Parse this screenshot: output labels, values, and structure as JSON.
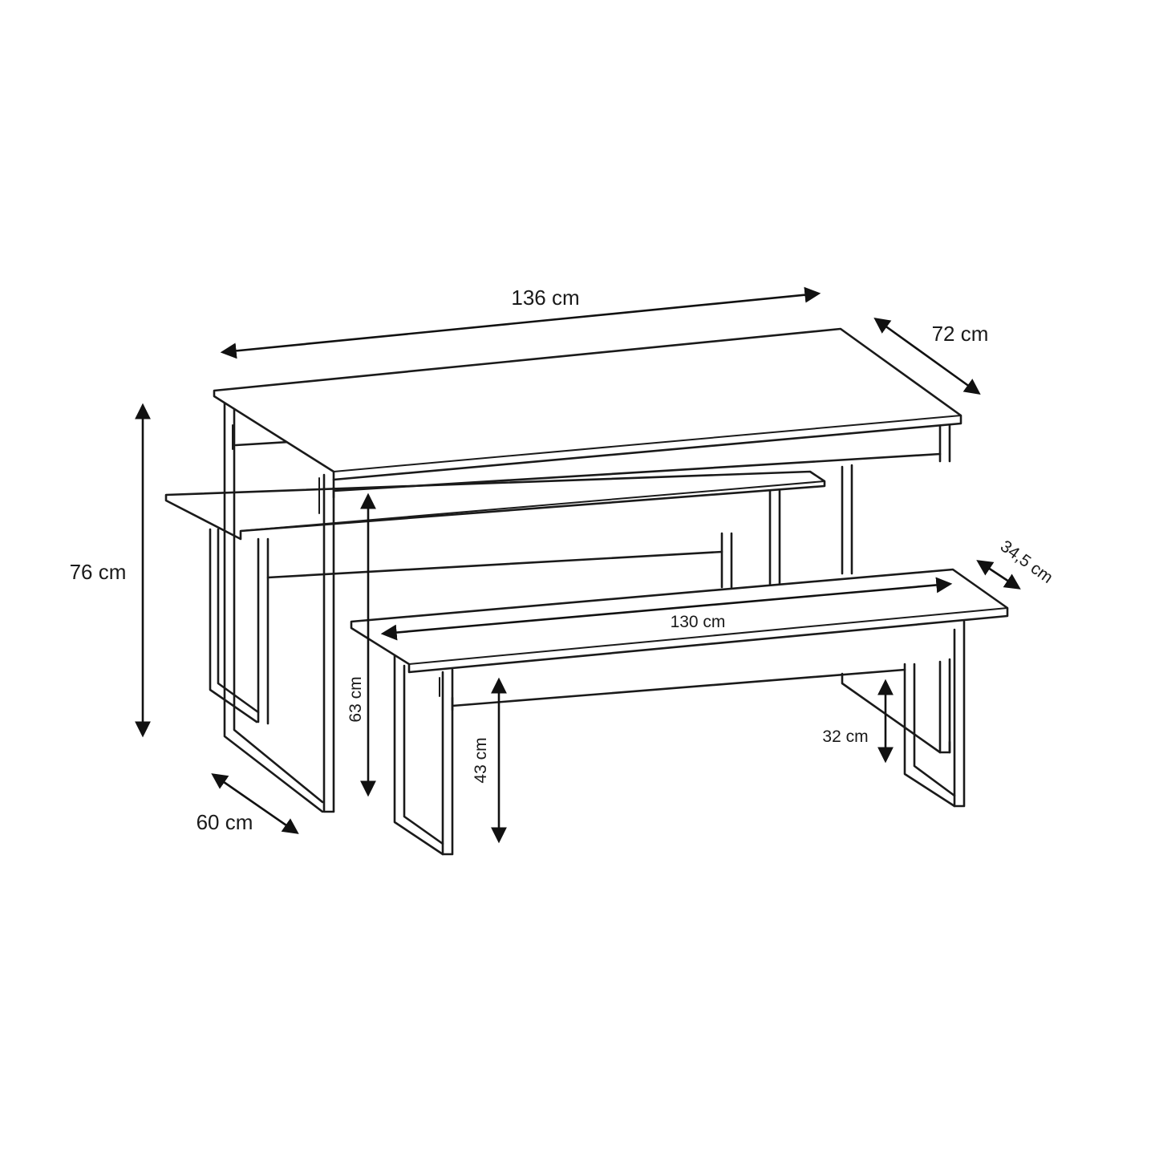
{
  "dimensions": {
    "table_length": "136 cm",
    "table_depth": "72 cm",
    "table_height": "76 cm",
    "leg_depth": "60 cm",
    "underside_height": "63 cm",
    "bench_depth": "34,5 cm",
    "bench_length": "130 cm",
    "bench_height": "43 cm",
    "bench_leg_height": "32 cm"
  },
  "colors": {
    "stroke": "#1a1a1a",
    "background": "#ffffff"
  }
}
